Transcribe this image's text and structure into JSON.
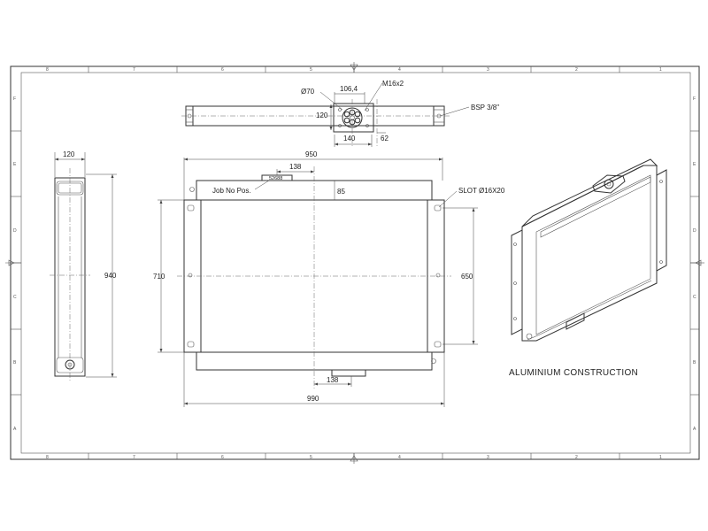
{
  "border": {
    "columns": [
      "8",
      "7",
      "6",
      "5",
      "4",
      "3",
      "2",
      "1"
    ],
    "rows": [
      "F",
      "E",
      "D",
      "C",
      "B",
      "A"
    ]
  },
  "top_view": {
    "diameter": "Ø70",
    "dim_106": "106,4",
    "thread": "M16x2",
    "dim_120": "120",
    "dim_140": "140",
    "dim_62": "62",
    "bsp": "BSP 3/8\""
  },
  "side_view": {
    "width": "120",
    "height": "940"
  },
  "front_view": {
    "overall_top": "950",
    "offset_138_top": "138",
    "job_label": "Job No Pos.",
    "job_number": "52688",
    "dim_85": "85",
    "slot": "SLOT Ø16X20",
    "height_710": "710",
    "height_650": "650",
    "offset_138_bottom": "138",
    "overall_bottom": "990"
  },
  "note": "ALUMINIUM CONSTRUCTION"
}
